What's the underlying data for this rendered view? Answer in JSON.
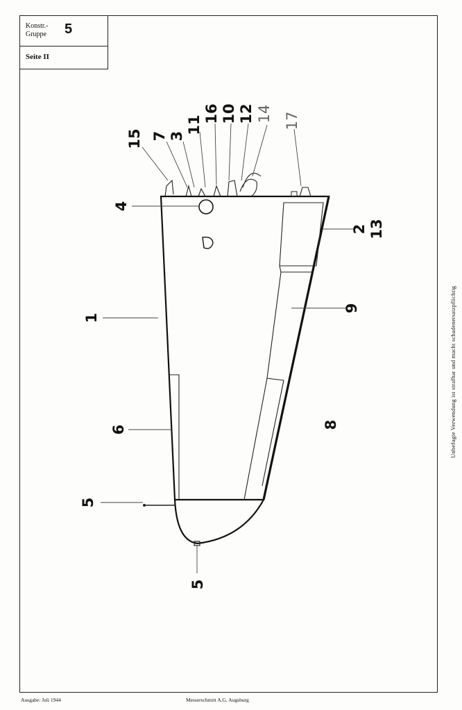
{
  "header": {
    "konstr_line1": "Konstr.-",
    "konstr_line2": "Gruppe",
    "gruppe_number": "5",
    "seite": "Seite II"
  },
  "side_note": "Unbefugte Verwendung ist strafbar und macht schadenersatzpflichtig",
  "footer": {
    "left": "Ausgabe: Juli 1944",
    "center": "Messerschmitt A.G. Augsburg"
  },
  "callouts": {
    "c1": "1",
    "c2": "2",
    "c13": "13",
    "c3": "3",
    "c4": "4",
    "c5_left": "5",
    "c5_bottom": "5",
    "c6": "6",
    "c7": "7",
    "c8": "8",
    "c9": "9",
    "c10": "10",
    "c11": "11",
    "c12": "12",
    "c14": "14",
    "c15": "15",
    "c16": "16",
    "c17": "17"
  }
}
